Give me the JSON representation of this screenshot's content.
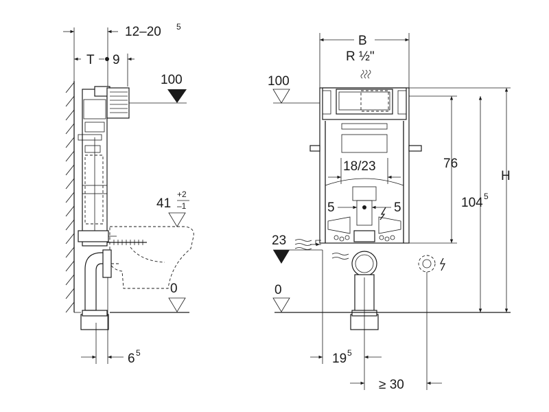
{
  "side_view": {
    "dim_12_20": {
      "base": "12–20",
      "sup": "5"
    },
    "dim_t": "T",
    "dim_9": "9",
    "level_100": "100",
    "level_41": {
      "base": "41",
      "sup": "+2",
      "sub": "–1"
    },
    "level_0": "0",
    "dim_6": {
      "base": "6",
      "sup": "5"
    }
  },
  "front_view": {
    "dim_b": "B",
    "dim_r": "R ½\"",
    "level_100": "100",
    "dim_18_23": "18/23",
    "dim_5_left": "5",
    "dim_5_right": "5",
    "dim_76": "76",
    "dim_104": {
      "base": "104",
      "sup": "5"
    },
    "dim_h": "H",
    "level_23": "23",
    "level_0": "0",
    "dim_19": {
      "base": "19",
      "sup": "5"
    },
    "dim_30": "≥ 30"
  },
  "colors": {
    "line": "#1a1a1a",
    "background": "#ffffff"
  }
}
